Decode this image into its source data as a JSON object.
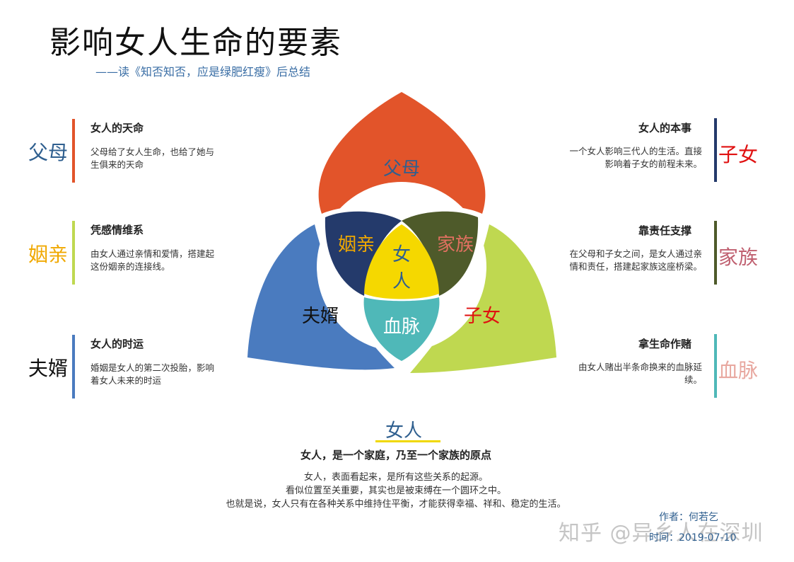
{
  "title": "影响女人生命的要素",
  "subtitle": "——读《知否知否，应是绿肥红瘦》后总结",
  "left_items": [
    {
      "big": "父母",
      "heading": "女人的天命",
      "desc": "父母给了女人生命，也给了她与生俱来的天命",
      "big_color": "#2f5f8f",
      "bar_color": "#e2542a"
    },
    {
      "big": "姻亲",
      "heading": "凭感情维系",
      "desc": "由女人通过亲情和爱情，搭建起这份姻亲的连接线。",
      "big_color": "#f0a800",
      "bar_color": "#bfd850"
    },
    {
      "big": "夫婿",
      "heading": "女人的时运",
      "desc": "婚姻是女人的第二次投胎，影响着女人未来的时运",
      "big_color": "#111111",
      "bar_color": "#4a7bbf"
    }
  ],
  "right_items": [
    {
      "big": "子女",
      "heading": "女人的本事",
      "desc": "一个女人影响三代人的生活。直接影响着子女的前程未来。",
      "big_color": "#e01010",
      "bar_color": "#243a6b"
    },
    {
      "big": "家族",
      "heading": "靠责任支撑",
      "desc": "在父母和子女之间，是女人通过亲情和责任，搭建起家族这座桥梁。",
      "big_color": "#c06070",
      "bar_color": "#4e5a2a"
    },
    {
      "big": "血脉",
      "heading": "拿生命作赌",
      "desc": "由女人赌出半条命换来的血脉延续。",
      "big_color": "#e8a8a0",
      "bar_color": "#4fb8b8"
    }
  ],
  "diagram": {
    "top": "父母",
    "left": "夫婿",
    "right": "子女",
    "upper_left": "姻亲",
    "upper_right": "家族",
    "bottom": "血脉",
    "center_line1": "女",
    "center_line2": "人",
    "colors": {
      "top": "#e2542a",
      "left": "#4a7bbf",
      "right": "#bfd850",
      "upper_left": "#243a6b",
      "upper_right": "#4e5a2a",
      "bottom": "#4fb8b8",
      "center": "#f5d800"
    }
  },
  "center": {
    "title": "女人",
    "subtitle": "女人，是一个家庭，乃至一个家族的原点",
    "body": [
      "女人，表面看起来，是所有这些关系的起源。",
      "看似位置至关重要，其实也是被束缚在一个圆环之中。",
      "也就是说，女人只有在各种关系中维持住平衡，才能获得幸福、祥和、稳定的生活。"
    ]
  },
  "author": "作者：何若乞",
  "date": "时间：2019-07-10",
  "watermark": "知乎 @异乡人在深圳"
}
